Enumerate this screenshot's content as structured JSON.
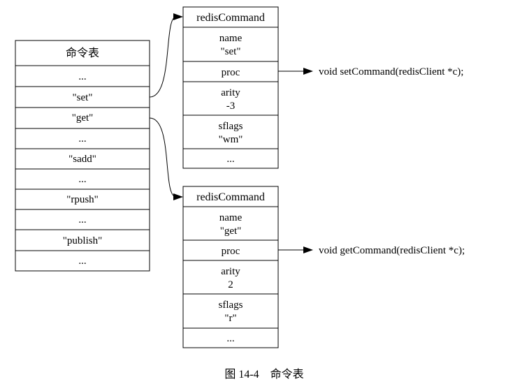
{
  "command_table": {
    "title": "命令表",
    "cells": [
      "...",
      "\"set\"",
      "\"get\"",
      "...",
      "\"sadd\"",
      "...",
      "\"rpush\"",
      "...",
      "\"publish\"",
      "..."
    ]
  },
  "set_command": {
    "title": "redisCommand",
    "fields": [
      [
        "name",
        "\"set\""
      ],
      [
        "proc"
      ],
      [
        "arity",
        "-3"
      ],
      [
        "sflags",
        "\"wm\""
      ],
      [
        "..."
      ]
    ],
    "proc_target": "void setCommand(redisClient *c);"
  },
  "get_command": {
    "title": "redisCommand",
    "fields": [
      [
        "name",
        "\"get\""
      ],
      [
        "proc"
      ],
      [
        "arity",
        "2"
      ],
      [
        "sflags",
        "\"r\""
      ],
      [
        "..."
      ]
    ],
    "proc_target": "void getCommand(redisClient *c);"
  },
  "caption": "图 14-4　命令表"
}
